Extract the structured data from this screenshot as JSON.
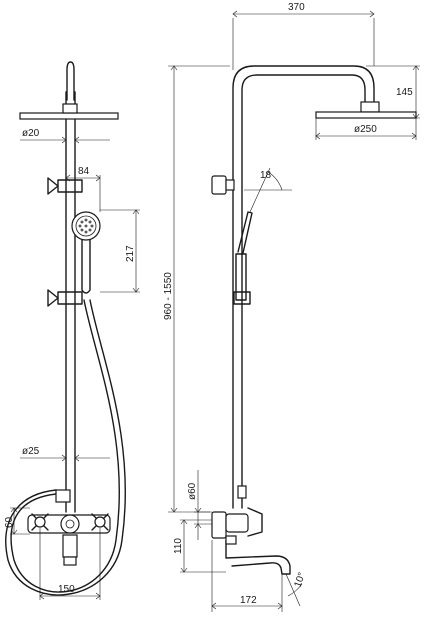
{
  "dimensions": {
    "width_top": "370",
    "head_drop": "145",
    "head_dia": "ø250",
    "tilt_angle": "18",
    "riser_range": "960 - 1550",
    "outlet_dia": "ø60",
    "outlet_height": "110",
    "spout_reach": "172",
    "spout_angle": "10°",
    "pipe_dia": "ø20",
    "holder_offset": "84",
    "handshower_height": "217",
    "hose_dia": "ø25",
    "mixer_height": "60",
    "mixer_spacing": "150"
  }
}
